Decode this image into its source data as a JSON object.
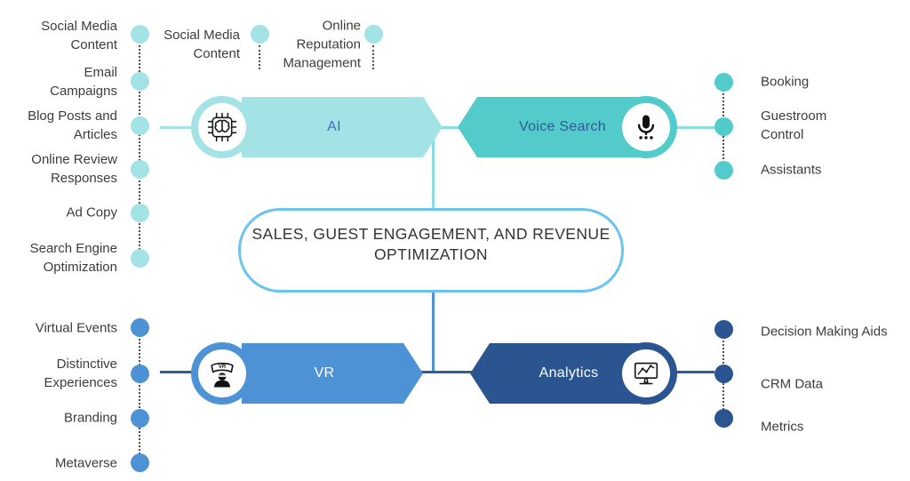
{
  "title": {
    "lines": [
      "SALES, GUEST ENGAGEMENT, AND REVENUE",
      "OPTIMIZATION"
    ]
  },
  "branches": {
    "ai": {
      "label": "AI",
      "icon": "ai-chip-icon",
      "color": "#a3e2e5",
      "label_color": "#3e70b5",
      "items": [
        "Social Media Content",
        "Email Campaigns",
        "Blog Posts and Articles",
        "Online Review Responses",
        "Ad Copy",
        "Search Engine Optimization"
      ],
      "extra_items": [
        "Social Media Content",
        "Online Reputation Management"
      ]
    },
    "voice_search": {
      "label": "Voice Search",
      "icon": "microphone-icon",
      "color": "#54cbcb",
      "label_color": "#2d5b94",
      "items": [
        "Booking",
        "Guestroom Control",
        "Assistants"
      ]
    },
    "vr": {
      "label": "VR",
      "icon": "vr-headset-icon",
      "icon_label": "VR",
      "color": "#4e92d6",
      "label_color": "#ffffff",
      "items": [
        "Virtual Events",
        "Distinctive Experiences",
        "Branding",
        "Metaverse"
      ]
    },
    "analytics": {
      "label": "Analytics",
      "icon": "analytics-monitor-icon",
      "color": "#2b5591",
      "label_color": "#ffffff",
      "items": [
        "Decision Making Aids",
        "CRM Data",
        "Metrics"
      ]
    }
  },
  "colors": {
    "light_teal": "#a3e2e5",
    "teal": "#54cbcb",
    "blue": "#4e92d6",
    "navy": "#2b5591",
    "center_border": "#6ac4ef",
    "connector_teal": "#8bdce2",
    "connector_navy": "#2e5c9e",
    "list_text": "#3c3c3c"
  }
}
